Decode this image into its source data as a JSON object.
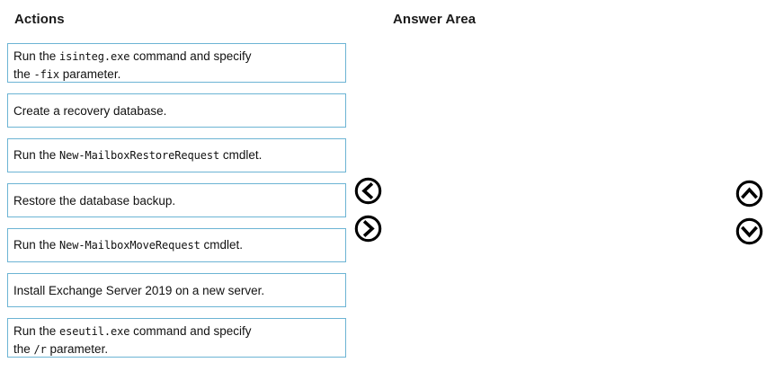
{
  "headers": {
    "actions": "Actions",
    "answer_area": "Answer Area"
  },
  "colors": {
    "box_border": "#6cb4d4",
    "text": "#111111",
    "header_text": "#1a1a1a",
    "background": "#ffffff"
  },
  "actions": {
    "items": [
      {
        "lines": [
          {
            "parts": [
              {
                "text": "Run the ",
                "style": "normal"
              },
              {
                "text": "isinteg.exe",
                "style": "mono"
              },
              {
                "text": " command and specify",
                "style": "normal"
              }
            ]
          },
          {
            "parts": [
              {
                "text": "the ",
                "style": "normal"
              },
              {
                "text": "-fix",
                "style": "mono"
              },
              {
                "text": " parameter.",
                "style": "normal"
              }
            ]
          }
        ],
        "plain": "Run the isinteg.exe command and specify the -fix parameter."
      },
      {
        "lines": [
          {
            "parts": [
              {
                "text": "Create a recovery database.",
                "style": "normal"
              }
            ]
          }
        ],
        "plain": "Create a recovery database."
      },
      {
        "lines": [
          {
            "parts": [
              {
                "text": "Run the ",
                "style": "normal"
              },
              {
                "text": "New-MailboxRestoreRequest",
                "style": "mono"
              },
              {
                "text": " cmdlet.",
                "style": "normal"
              }
            ]
          }
        ],
        "plain": "Run the New-MailboxRestoreRequest cmdlet."
      },
      {
        "lines": [
          {
            "parts": [
              {
                "text": "Restore the database backup.",
                "style": "normal"
              }
            ]
          }
        ],
        "plain": "Restore the database backup."
      },
      {
        "lines": [
          {
            "parts": [
              {
                "text": "Run the ",
                "style": "normal"
              },
              {
                "text": "New-MailboxMoveRequest",
                "style": "mono"
              },
              {
                "text": " cmdlet.",
                "style": "normal"
              }
            ]
          }
        ],
        "plain": "Run the New-MailboxMoveRequest cmdlet."
      },
      {
        "lines": [
          {
            "parts": [
              {
                "text": "Install Exchange Server 2019 on a new server.",
                "style": "normal"
              }
            ]
          }
        ],
        "plain": "Install Exchange Server 2019 on a new server."
      },
      {
        "lines": [
          {
            "parts": [
              {
                "text": "Run the ",
                "style": "normal"
              },
              {
                "text": "eseutil.exe",
                "style": "mono"
              },
              {
                "text": " command and specify",
                "style": "normal"
              }
            ]
          },
          {
            "parts": [
              {
                "text": "the ",
                "style": "normal"
              },
              {
                "text": "/r",
                "style": "mono"
              },
              {
                "text": " parameter.",
                "style": "normal"
              }
            ]
          }
        ],
        "plain": "Run the eseutil.exe command and specify the /r parameter."
      }
    ]
  },
  "controls": {
    "move_left": {
      "icon": "circled-chevron-left-icon",
      "label": "Move left"
    },
    "move_right": {
      "icon": "circled-chevron-right-icon",
      "label": "Move right"
    },
    "move_up": {
      "icon": "circled-chevron-up-icon",
      "label": "Move up"
    },
    "move_down": {
      "icon": "circled-chevron-down-icon",
      "label": "Move down"
    }
  },
  "answer_area": {
    "items": []
  }
}
